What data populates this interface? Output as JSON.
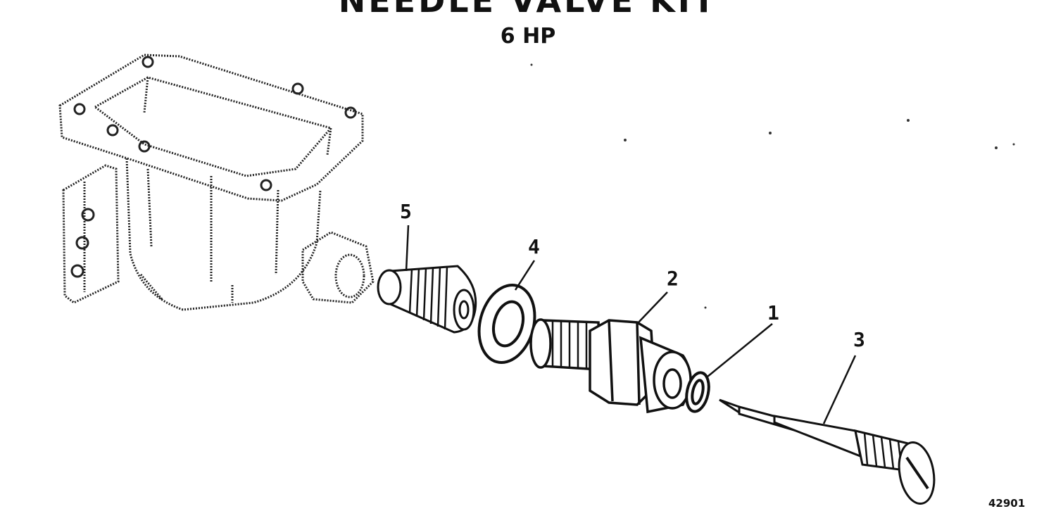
{
  "header": {
    "title": "NEEDLE VALVE KIT",
    "subtitle": "6 HP"
  },
  "callouts": [
    {
      "id": "1",
      "label": "1"
    },
    {
      "id": "2",
      "label": "2"
    },
    {
      "id": "3",
      "label": "3"
    },
    {
      "id": "4",
      "label": "4"
    },
    {
      "id": "5",
      "label": "5"
    }
  ],
  "parts": [
    {
      "callout": "5",
      "icon": "threaded-seat-icon"
    },
    {
      "callout": "4",
      "icon": "washer-icon"
    },
    {
      "callout": "2",
      "icon": "hex-fitting-icon"
    },
    {
      "callout": "1",
      "icon": "o-ring-icon"
    },
    {
      "callout": "3",
      "icon": "needle-valve-screw-icon"
    }
  ],
  "figure_number": "42901"
}
